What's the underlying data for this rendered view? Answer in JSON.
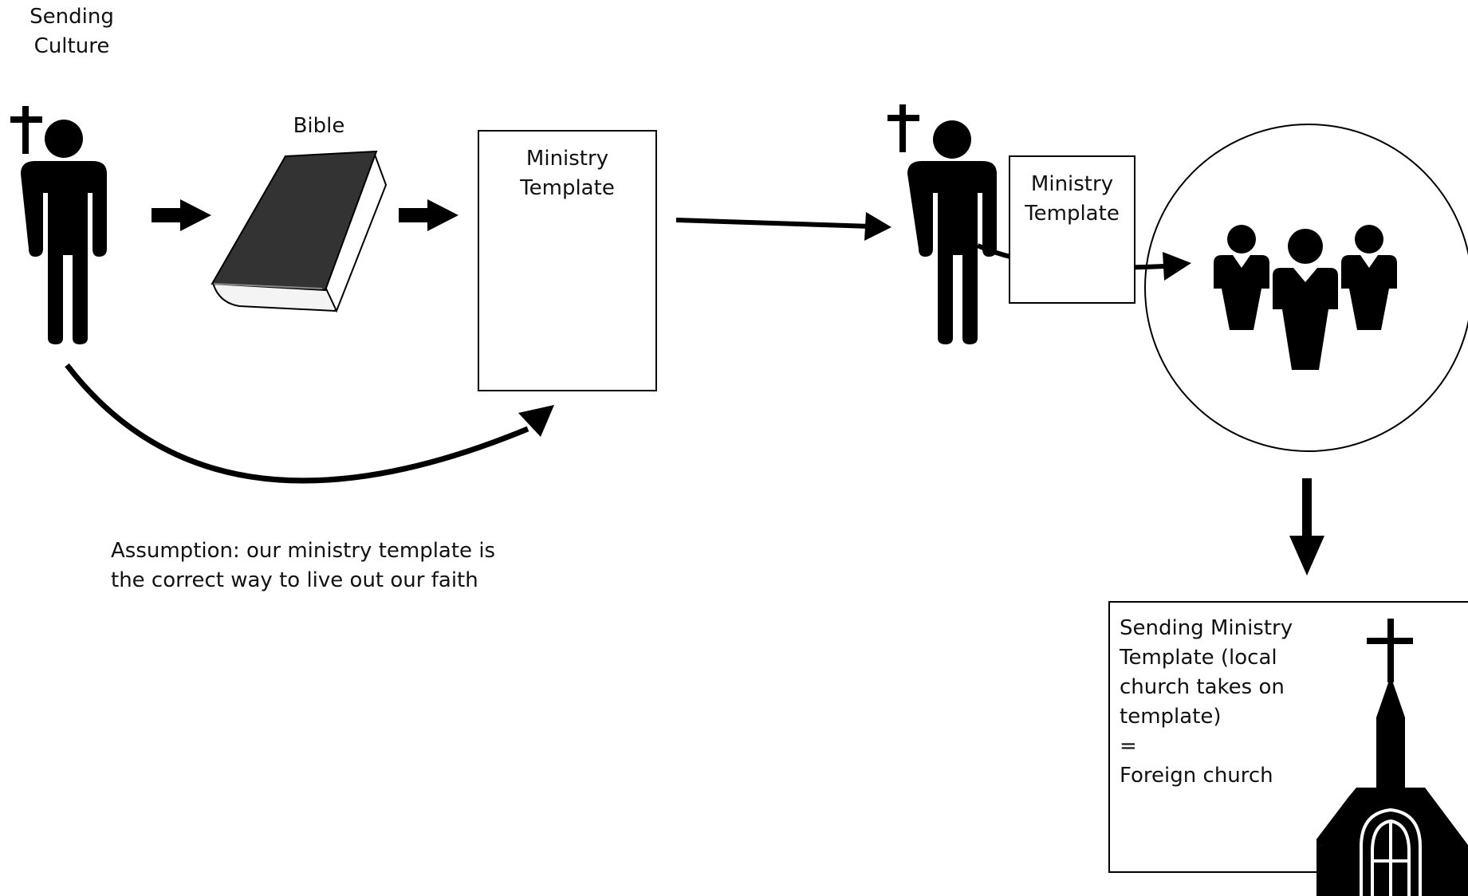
{
  "labels": {
    "sending_culture": "Sending\nCulture",
    "bible": "Bible",
    "template_box_1": "Ministry\nTemplate",
    "template_box_2": "Ministry\nTemplate",
    "assumption": "Assumption: our ministry template is\nthe correct way to live out our faith",
    "result": "Sending Ministry\nTemplate (local\nchurch takes on\ntemplate)\n=\nForeign church"
  },
  "icons": {
    "missionary_1": "person-with-cross-icon",
    "bible": "book-icon",
    "missionary_2": "person-with-cross-icon",
    "local_people": "group-of-people-icon",
    "church": "church-building-icon"
  },
  "colors": {
    "ink": "#000000",
    "book_cover": "#333333",
    "background": "#ffffff"
  }
}
